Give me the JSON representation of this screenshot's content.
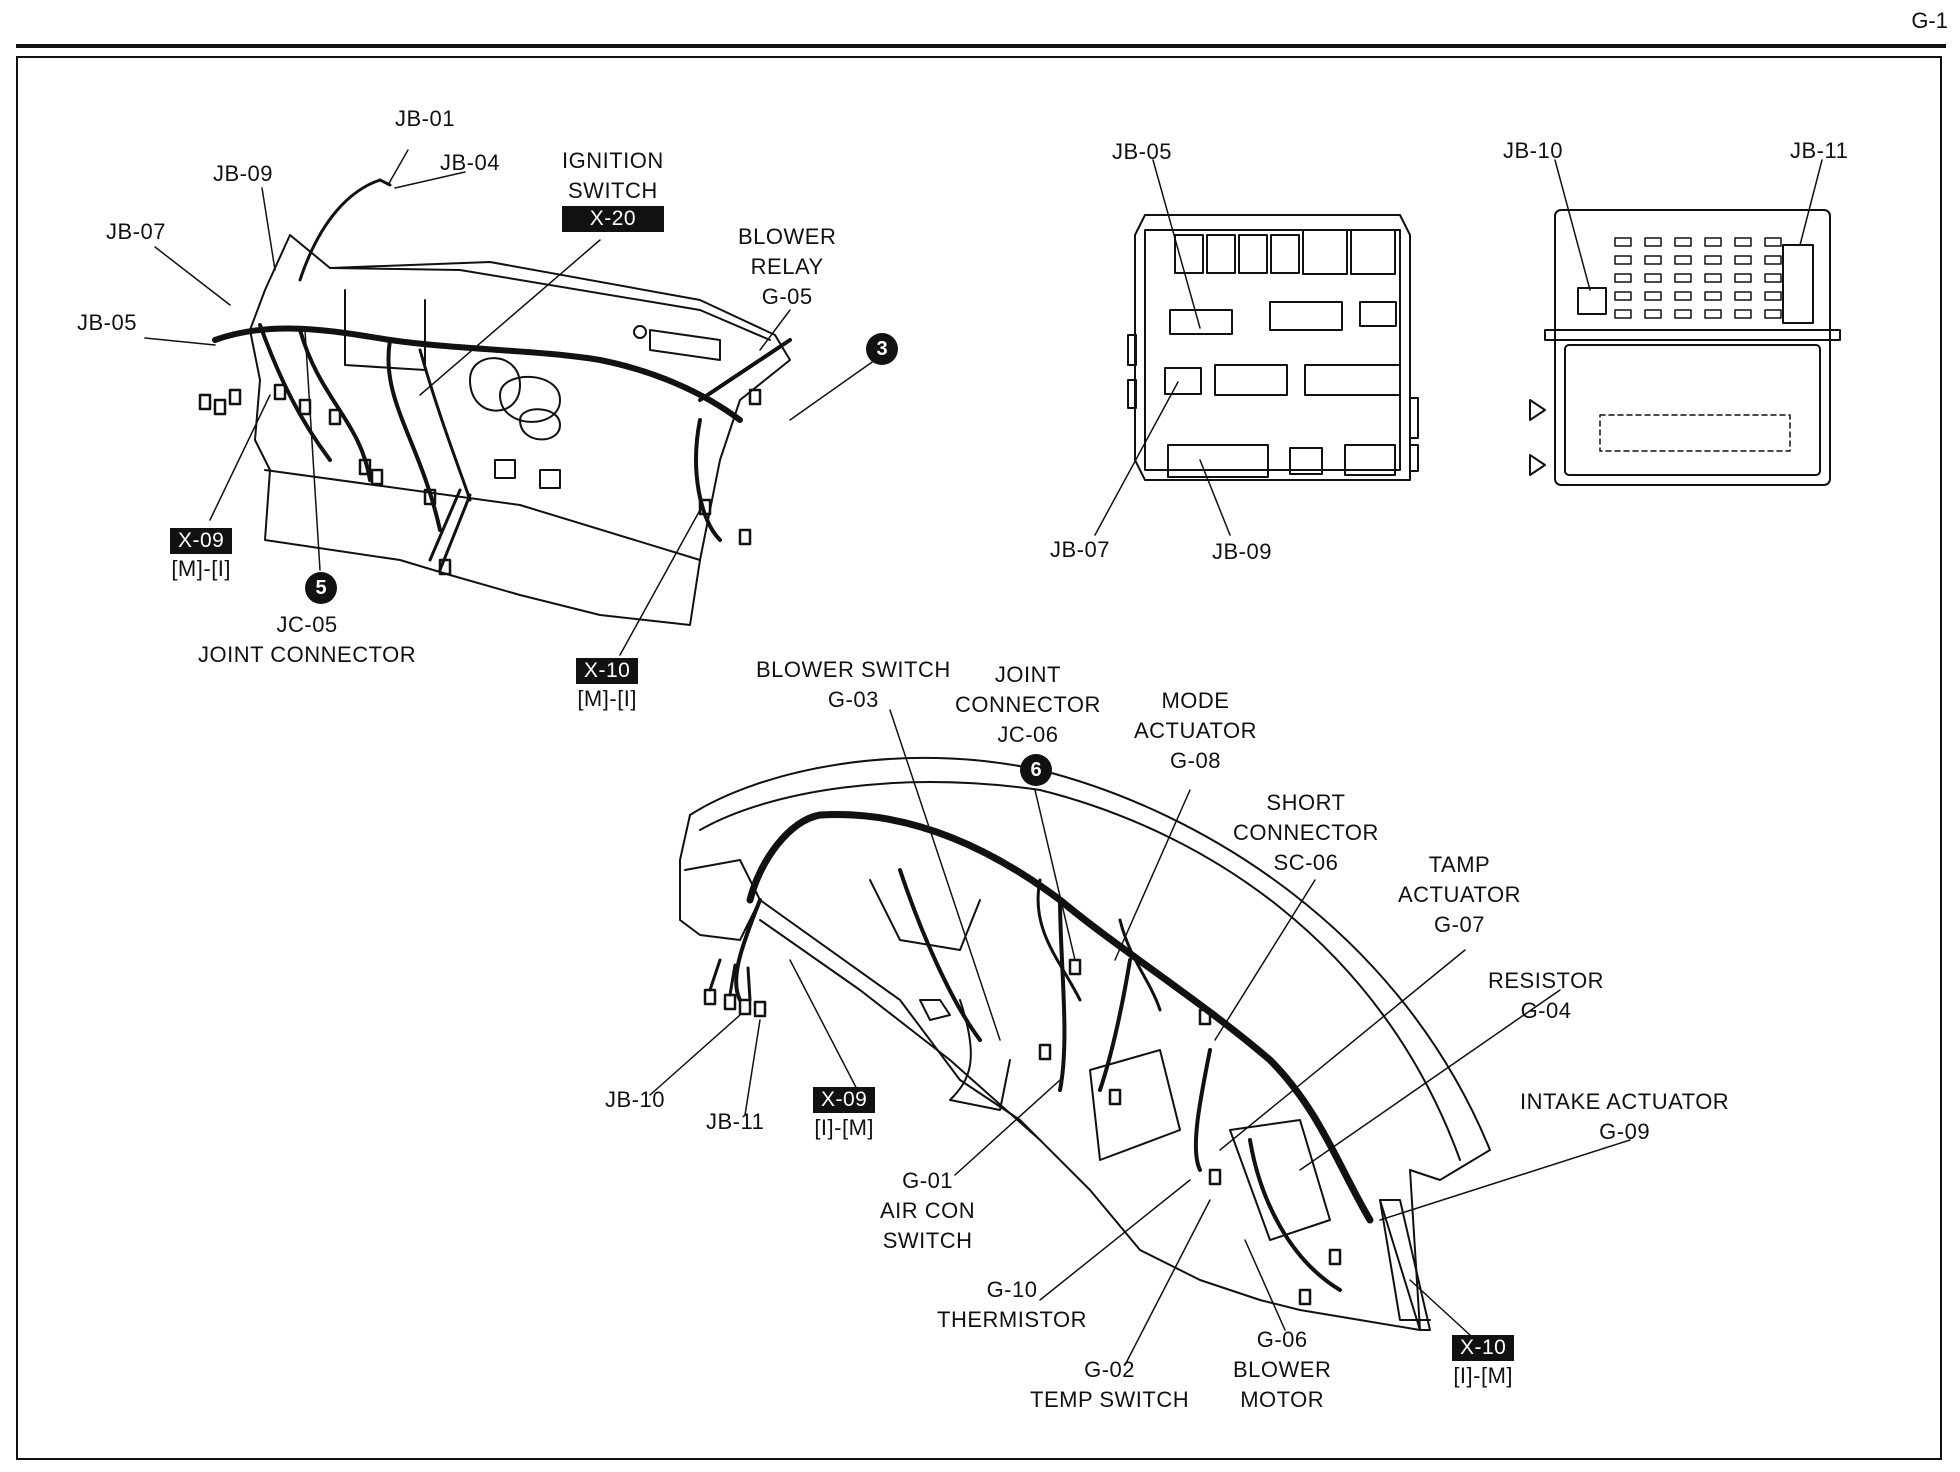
{
  "page_id": "G-1",
  "labels": {
    "jb01": "JB-01",
    "jb04": "JB-04",
    "jb09_top": "JB-09",
    "jb07_top": "JB-07",
    "jb05_top": "JB-05",
    "ignition": [
      "IGNITION",
      "SWITCH"
    ],
    "x20": "X-20",
    "blower_relay": [
      "BLOWER",
      "RELAY",
      "G-05"
    ],
    "x09_top": "X-09",
    "x09_top_sub": "[M]-[I]",
    "jc05": [
      "JC-05",
      "JOINT CONNECTOR"
    ],
    "x10_top": "X-10",
    "x10_top_sub": "[M]-[I]",
    "jb05_box": "JB-05",
    "jb07_box": "JB-07",
    "jb09_box": "JB-09",
    "jb10_box": "JB-10",
    "jb11_box": "JB-11",
    "blower_switch": [
      "BLOWER SWITCH",
      "G-03"
    ],
    "jc06": [
      "JOINT",
      "CONNECTOR",
      "JC-06"
    ],
    "mode_actuator": [
      "MODE",
      "ACTUATOR",
      "G-08"
    ],
    "short_connector": [
      "SHORT",
      "CONNECTOR",
      "SC-06"
    ],
    "tamp_actuator": [
      "TAMP",
      "ACTUATOR",
      "G-07"
    ],
    "resistor": [
      "RESISTOR",
      "G-04"
    ],
    "intake_actuator": [
      "INTAKE ACTUATOR",
      "G-09"
    ],
    "jb10_bottom": "JB-10",
    "jb11_bottom": "JB-11",
    "x09_bottom": "X-09",
    "x09_bottom_sub": "[I]-[M]",
    "air_con": [
      "G-01",
      "AIR CON",
      "SWITCH"
    ],
    "thermistor": [
      "G-10",
      "THERMISTOR"
    ],
    "temp_switch": [
      "G-02",
      "TEMP SWITCH"
    ],
    "blower_motor": [
      "G-06",
      "BLOWER",
      "MOTOR"
    ],
    "x10_bottom": "X-10",
    "x10_bottom_sub": "[I]-[M]"
  },
  "bullets": {
    "b3": "3",
    "b5": "5",
    "b6": "6"
  },
  "colors": {
    "ink": "#111111",
    "background": "#ffffff"
  }
}
